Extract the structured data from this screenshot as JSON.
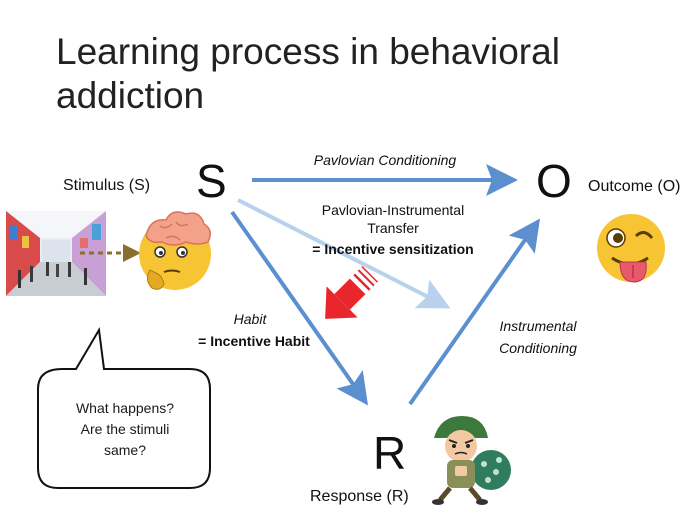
{
  "title": "Learning process in behavioral addiction",
  "nodes": {
    "S": {
      "letter": "S",
      "label": "Stimulus (S)"
    },
    "O": {
      "letter": "O",
      "label": "Outcome (O)"
    },
    "R": {
      "letter": "R",
      "label": "Response (R)"
    }
  },
  "edges": {
    "pavlovian": "Pavlovian Conditioning",
    "pit_line1": "Pavlovian-Instrumental",
    "pit_line2": "Transfer",
    "pit_line3": "= Incentive sensitization",
    "habit_line1": "Habit",
    "habit_line2": "= Incentive Habit",
    "instrumental_line1": "Instrumental",
    "instrumental_line2": "Conditioning"
  },
  "bubble": {
    "line1": "What happens?",
    "line2": "Are the stimuli",
    "line3": "same?"
  },
  "colors": {
    "arrow_blue": "#5b8fcf",
    "arrow_light": "#b8d1ec",
    "red_arrow": "#e8262b",
    "emoji_yellow": "#f7c533"
  }
}
